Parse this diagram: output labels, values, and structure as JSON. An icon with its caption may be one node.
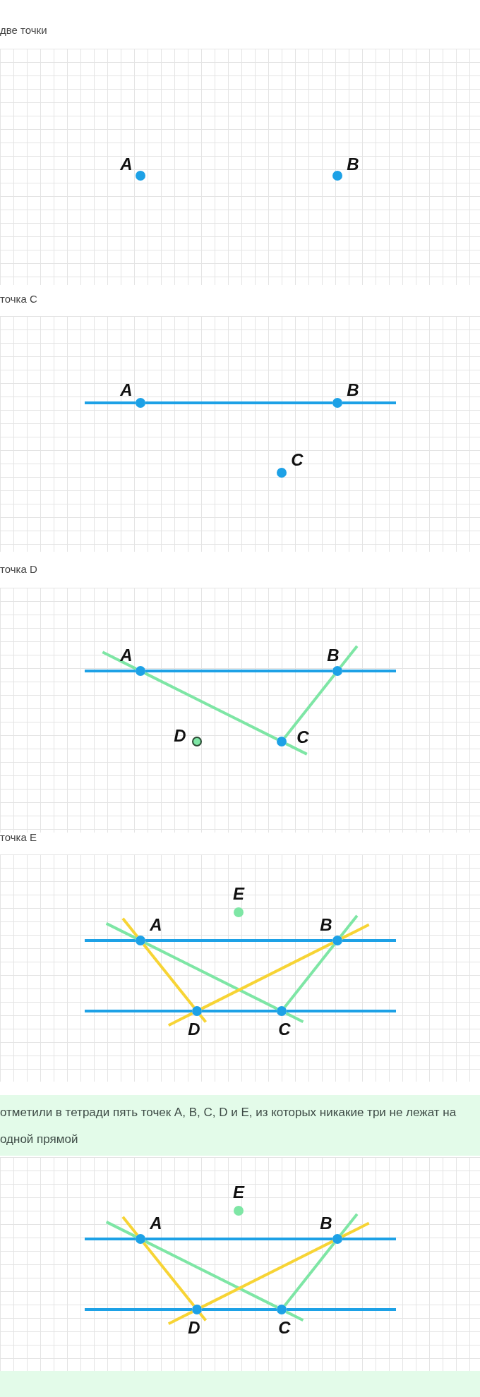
{
  "diagram": {
    "nodes": [
      {
        "text": [],
        "shape": "circle",
        "beside": [
          "A"
        ]
      },
      {
        "text": [],
        "shape": "circle",
        "beside": [
          "B"
        ]
      },
      {
        "text": [],
        "shape": "circle",
        "beside": [
          "A"
        ]
      },
      {
        "text": [],
        "shape": "circle",
        "beside": [
          "B"
        ]
      },
      {
        "text": [],
        "shape": "circle",
        "beside": [
          "C"
        ]
      },
      {
        "text": [],
        "shape": "circle",
        "beside": [
          "A"
        ]
      },
      {
        "text": [],
        "shape": "circle",
        "beside": [
          "B"
        ]
      },
      {
        "text": [],
        "shape": "circle",
        "beside": [
          "C"
        ]
      },
      {
        "text": [],
        "shape": "circle",
        "beside": [
          "D"
        ]
      },
      {
        "text": [],
        "shape": "circle",
        "beside": [
          "A"
        ]
      },
      {
        "text": [],
        "shape": "circle",
        "beside": [
          "B"
        ]
      },
      {
        "text": [],
        "shape": "circle",
        "beside": [
          "C"
        ]
      },
      {
        "text": [],
        "shape": "circle",
        "beside": [
          "D"
        ]
      },
      {
        "text": [],
        "shape": "circle",
        "beside": [
          "E"
        ]
      },
      {
        "text": [],
        "shape": "circle",
        "beside": [
          "A"
        ]
      },
      {
        "text": [],
        "shape": "circle",
        "beside": [
          "B"
        ]
      },
      {
        "text": [],
        "shape": "circle",
        "beside": [
          "C"
        ]
      },
      {
        "text": [],
        "shape": "circle",
        "beside": [
          "D"
        ]
      },
      {
        "text": [],
        "shape": "circle",
        "beside": [
          "E"
        ]
      }
    ],
    "edges": [
      {
        "from": 2,
        "to": 3,
        "arrow": "none"
      },
      {
        "from": 5,
        "to": 6,
        "arrow": "none"
      },
      {
        "from": 5,
        "to": 7,
        "arrow": "none",
        "color": "#7ee6a5"
      },
      {
        "from": 6,
        "to": 7,
        "arrow": "none",
        "color": "#7ee6a5"
      },
      {
        "from": 9,
        "to": 10,
        "arrow": "none"
      },
      {
        "from": 12,
        "to": 11,
        "arrow": "none"
      },
      {
        "from": 9,
        "to": 11,
        "arrow": "none",
        "color": "#7ee6a5"
      },
      {
        "from": 10,
        "to": 11,
        "arrow": "none",
        "color": "#7ee6a5"
      },
      {
        "from": 9,
        "to": 12,
        "arrow": "none",
        "color": "#f7d435"
      },
      {
        "from": 10,
        "to": 12,
        "arrow": "none",
        "color": "#f7d435"
      },
      {
        "from": 14,
        "to": 15,
        "arrow": "none"
      },
      {
        "from": 17,
        "to": 16,
        "arrow": "none"
      },
      {
        "from": 14,
        "to": 16,
        "arrow": "none",
        "color": "#7ee6a5"
      },
      {
        "from": 15,
        "to": 16,
        "arrow": "none",
        "color": "#7ee6a5"
      },
      {
        "from": 14,
        "to": 17,
        "arrow": "none",
        "color": "#f7d435"
      },
      {
        "from": 15,
        "to": 17,
        "arrow": "none",
        "color": "#f7d435"
      }
    ],
    "labels": [
      "две точки",
      "точка C",
      "точка D",
      "точка E",
      "отметили в тетради пять точек A, B, C, D и E, из которых никакие три не лежат на одной прямой"
    ]
  }
}
